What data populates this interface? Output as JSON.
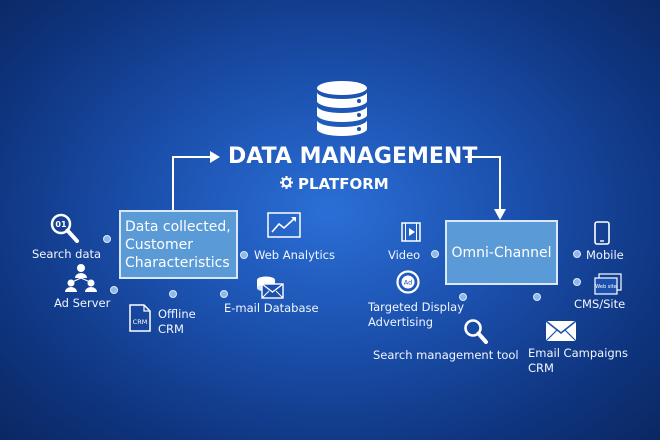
{
  "title": "DATA MANAGEMENT",
  "subtitle": "PLATFORM",
  "left_box": {
    "line1": "Data collected,",
    "line2": "Customer",
    "line3": "Characteristics"
  },
  "right_box": {
    "label": "Omni-Channel"
  },
  "left_items": {
    "search_data": "Search data",
    "ad_server": "Ad Server",
    "offline_crm_1": "Offline",
    "offline_crm_2": "CRM",
    "web_analytics": "Web Analytics",
    "email_database": "E-mail Database"
  },
  "right_items": {
    "video": "Video",
    "mobile": "Mobile",
    "targeted_display_1": "Targeted Display",
    "targeted_display_2": "Advertising",
    "cms_site": "CMS/Site",
    "search_management": "Search management tool",
    "email_campaigns": "Email  Campaigns",
    "crm": "CRM"
  },
  "icon_text": {
    "search_digits": "01",
    "crm_doc": "CRM",
    "web_site": "Web site",
    "ad_badge": "Ad"
  },
  "colors": {
    "background": "#1b50ad",
    "box_fill": "#5a9ad6",
    "box_border": "#d9e9fb",
    "dot": "#8fb8e8"
  },
  "icons": [
    "database-icon",
    "gear-icon",
    "magnifier-icon",
    "people-icon",
    "document-icon",
    "chart-icon",
    "envelope-stack-icon",
    "video-icon",
    "phone-icon",
    "target-icon",
    "website-icon",
    "envelope-icon"
  ]
}
